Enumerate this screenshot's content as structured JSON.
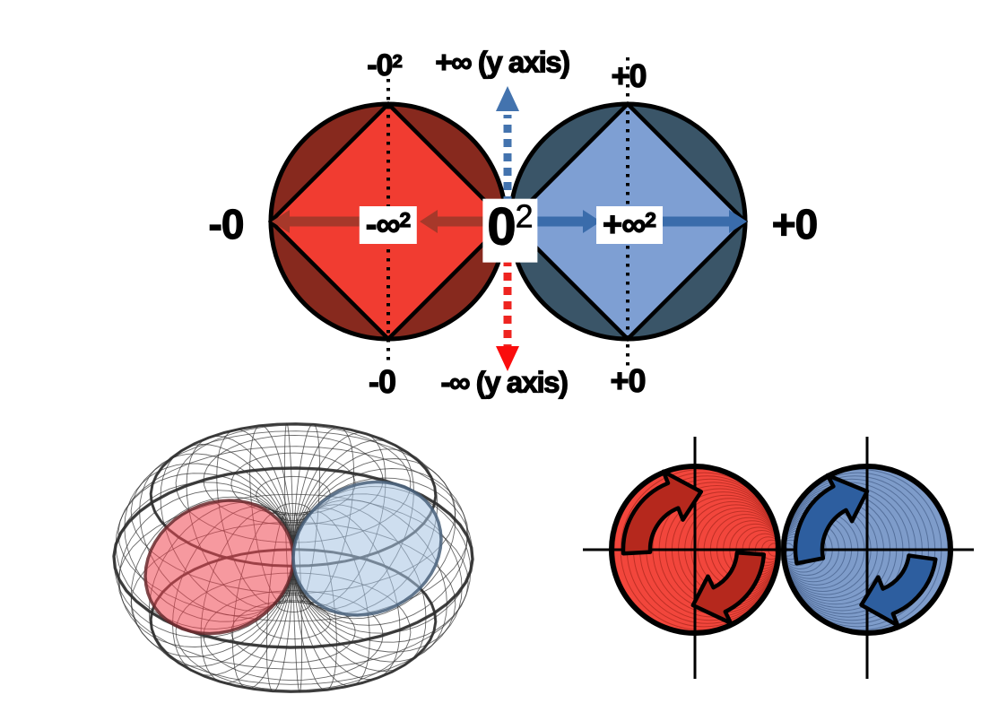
{
  "page": {
    "background": "#ffffff"
  },
  "top_diagram": {
    "labels": {
      "outer_left": "-0",
      "outer_right": "+0",
      "top_zero": {
        "base": "-0",
        "sup": "2"
      },
      "top_axis": "+∞ (y axis)",
      "top_right": "+0",
      "bottom_left": "-0",
      "bottom_axis": "-∞ (y axis)",
      "bottom_right": "+0",
      "neg_inf": {
        "base": "-∞",
        "sup": "2"
      },
      "pos_inf": {
        "base": "+∞",
        "sup": "2"
      },
      "zero": {
        "base": "0",
        "sup": "2"
      }
    },
    "colors": {
      "left_circle": "#87291e",
      "left_diamond": "#f13c31",
      "right_circle": "#3a5568",
      "right_diamond": "#7e9fd3",
      "left_arrow": "#a7382a",
      "right_arrow": "#3a6cab",
      "up_dashed_arrow": "#4373ae",
      "down_dashed_arrow": "#ee2420",
      "down_arrow_head": "#fa0d0d",
      "outline": "#000000"
    }
  },
  "torus_figure": {
    "colors": {
      "wireframe": "#2f2f2f",
      "red_disc": "#ee4650",
      "red_disc_edge": "#6b2a2e",
      "blue_disc": "#a6c2e2",
      "blue_disc_edge": "#49607a"
    }
  },
  "rotation_figure": {
    "colors": {
      "red_circle": "#f2463c",
      "blue_circle": "#7e9cca",
      "red_arrow": "#b5281d",
      "blue_arrow": "#2d5e9f",
      "red_inner_lines": "rgba(140,25,15,0.5)",
      "blue_inner_lines": "rgba(35,60,100,0.45)",
      "family_lines": "#777777",
      "axis": "#000000",
      "outline": "#000000"
    }
  }
}
